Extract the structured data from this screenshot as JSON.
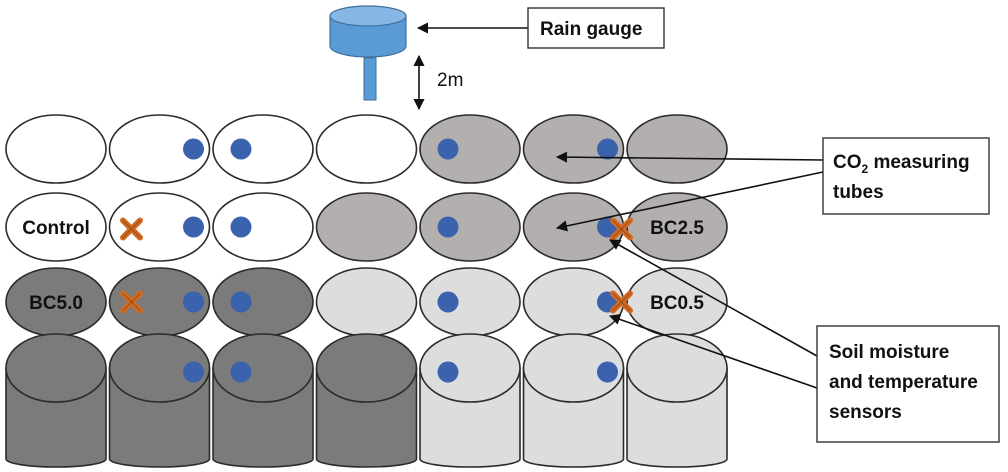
{
  "colors": {
    "control": "#ffffff",
    "bc25": "#b3afaf",
    "bc50": "#7b7b7b",
    "bc05": "#dddddd",
    "outline": "#2b2b2b",
    "co2_dot": "#3a62ad",
    "sensor_x": "#d06a22",
    "gauge": "#5b9bd5"
  },
  "icons": {
    "co2_tube": "circle",
    "sensor": "x-cross",
    "rain_gauge": "cylinder-on-stand"
  },
  "labels": {
    "rain_gauge": "Rain gauge",
    "height": "2m",
    "co2_prefix": "CO",
    "co2_sub": "2",
    "co2_suffix": " measuring",
    "co2_line2": "tubes",
    "soil_line1": "Soil moisture",
    "soil_line2": "and temperature",
    "soil_line3": "sensors"
  },
  "grid": {
    "rows": 4,
    "cols": 7,
    "treatments": [
      [
        "control",
        "control",
        "control",
        "control",
        "bc25",
        "bc25",
        "bc25"
      ],
      [
        "control",
        "control",
        "control",
        "bc25",
        "bc25",
        "bc25",
        "bc25"
      ],
      [
        "bc50",
        "bc50",
        "bc50",
        "bc05",
        "bc05",
        "bc05",
        "bc05"
      ],
      [
        "bc50",
        "bc50",
        "bc50",
        "bc50",
        "bc05",
        "bc05",
        "bc05"
      ]
    ],
    "cylinder_row": 3,
    "plot_labels": [
      {
        "row": 1,
        "col": 0,
        "text": "Control"
      },
      {
        "row": 1,
        "col": 6,
        "text": "BC2.5"
      },
      {
        "row": 2,
        "col": 0,
        "text": "BC5.0"
      },
      {
        "row": 2,
        "col": 6,
        "text": "BC0.5"
      }
    ],
    "co2_tubes": [
      {
        "row": 0,
        "col": 1
      },
      {
        "row": 0,
        "col": 2
      },
      {
        "row": 0,
        "col": 4
      },
      {
        "row": 0,
        "col": 5
      },
      {
        "row": 1,
        "col": 1
      },
      {
        "row": 1,
        "col": 2
      },
      {
        "row": 1,
        "col": 4
      },
      {
        "row": 1,
        "col": 5
      },
      {
        "row": 2,
        "col": 1
      },
      {
        "row": 2,
        "col": 2
      },
      {
        "row": 2,
        "col": 4
      },
      {
        "row": 2,
        "col": 5
      },
      {
        "row": 3,
        "col": 1
      },
      {
        "row": 3,
        "col": 2
      },
      {
        "row": 3,
        "col": 4
      },
      {
        "row": 3,
        "col": 5
      }
    ],
    "sensors": [
      {
        "row": 1,
        "col": 1
      },
      {
        "row": 2,
        "col": 1
      },
      {
        "row": 1,
        "col": 5
      },
      {
        "row": 2,
        "col": 5
      }
    ]
  }
}
